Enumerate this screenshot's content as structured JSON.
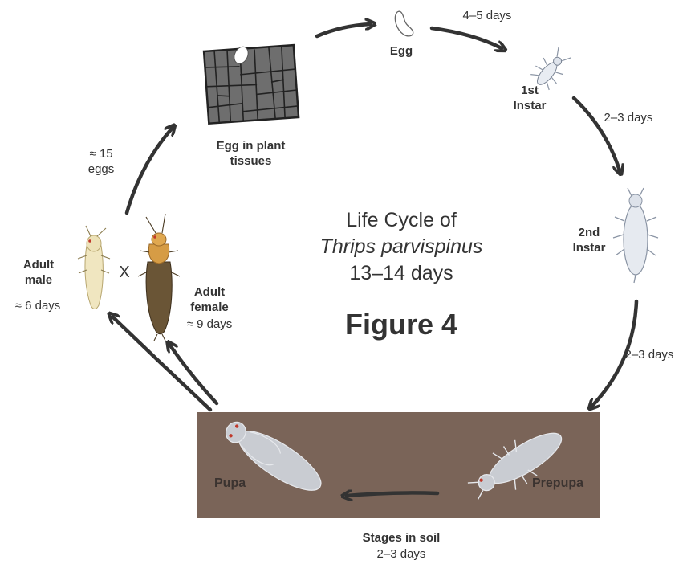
{
  "title": {
    "line1": "Life Cycle of",
    "line2": "Thrips parvispinus",
    "line3": "13–14 days"
  },
  "figure_label": "Figure 4",
  "stages": {
    "egg_in_plant": "Egg in plant tissues",
    "egg": "Egg",
    "first_instar": [
      "1st",
      "Instar"
    ],
    "second_instar": [
      "2nd",
      "Instar"
    ],
    "prepupa": "Prepupa",
    "pupa": "Pupa",
    "adult_male": [
      "Adult",
      "male"
    ],
    "adult_female": [
      "Adult",
      "female"
    ]
  },
  "durations": {
    "egg_to_first": "4–5 days",
    "first_to_second": "2–3 days",
    "second_to_prepupa": "2–3 days",
    "soil_stages": "2–3 days",
    "male": "≈ 6 days",
    "female": "≈ 9 days",
    "eggs_count": [
      "≈ 15",
      "eggs"
    ]
  },
  "soil_caption": "Stages in soil",
  "mating_symbol": "X",
  "colors": {
    "soil": "#7a6458",
    "arrow": "#333333",
    "text": "#333333"
  }
}
